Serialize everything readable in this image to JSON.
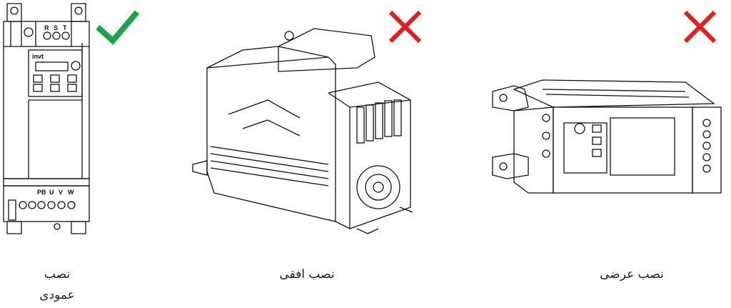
{
  "captions": {
    "vertical_line1": "نصب",
    "vertical_line2": "عمودی",
    "horizontal": "نصب افقی",
    "lateral": "نصب عرضی"
  },
  "device": {
    "brand": "invt",
    "input_terminals": [
      "R",
      "S",
      "T"
    ],
    "output_terminals": [
      "PB",
      "U",
      "V",
      "W"
    ]
  },
  "marks": {
    "vertical": {
      "icon": "check-icon",
      "color": "#1aa54b",
      "status": "correct"
    },
    "horizontal": {
      "icon": "cross-icon",
      "color": "#e02020",
      "status": "incorrect"
    },
    "lateral": {
      "icon": "cross-icon",
      "color": "#e02020",
      "status": "incorrect"
    }
  }
}
